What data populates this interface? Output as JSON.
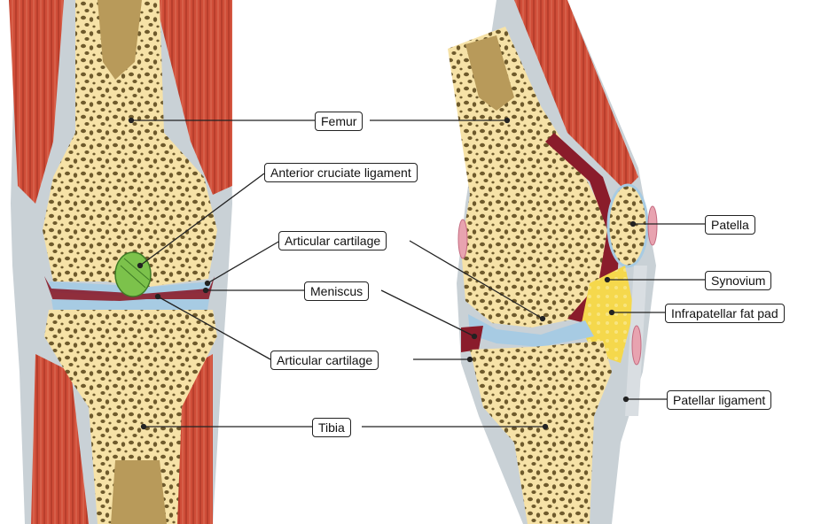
{
  "labels": {
    "femur": "Femur",
    "acl": "Anterior cruciate ligament",
    "articular_cartilage_upper": "Articular cartilage",
    "meniscus": "Meniscus",
    "articular_cartilage_lower": "Articular cartilage",
    "tibia": "Tibia",
    "patella": "Patella",
    "synovium": "Synovium",
    "infrapatellar_fat_pad": "Infrapatellar fat pad",
    "patellar_ligament": "Patellar ligament"
  },
  "colors": {
    "bone": "#f6e2a7",
    "bone_pores": "#6e5a2c",
    "marrow": "#b89a5a",
    "muscle": "#cf4d38",
    "muscle_dark": "#a83424",
    "tendon": "#c9d1d6",
    "cartilage": "#a7cbe3",
    "synovium": "#8a1c2b",
    "fat": "#f5d84c",
    "acl": "#7cc24b",
    "leader_line": "#222222"
  }
}
